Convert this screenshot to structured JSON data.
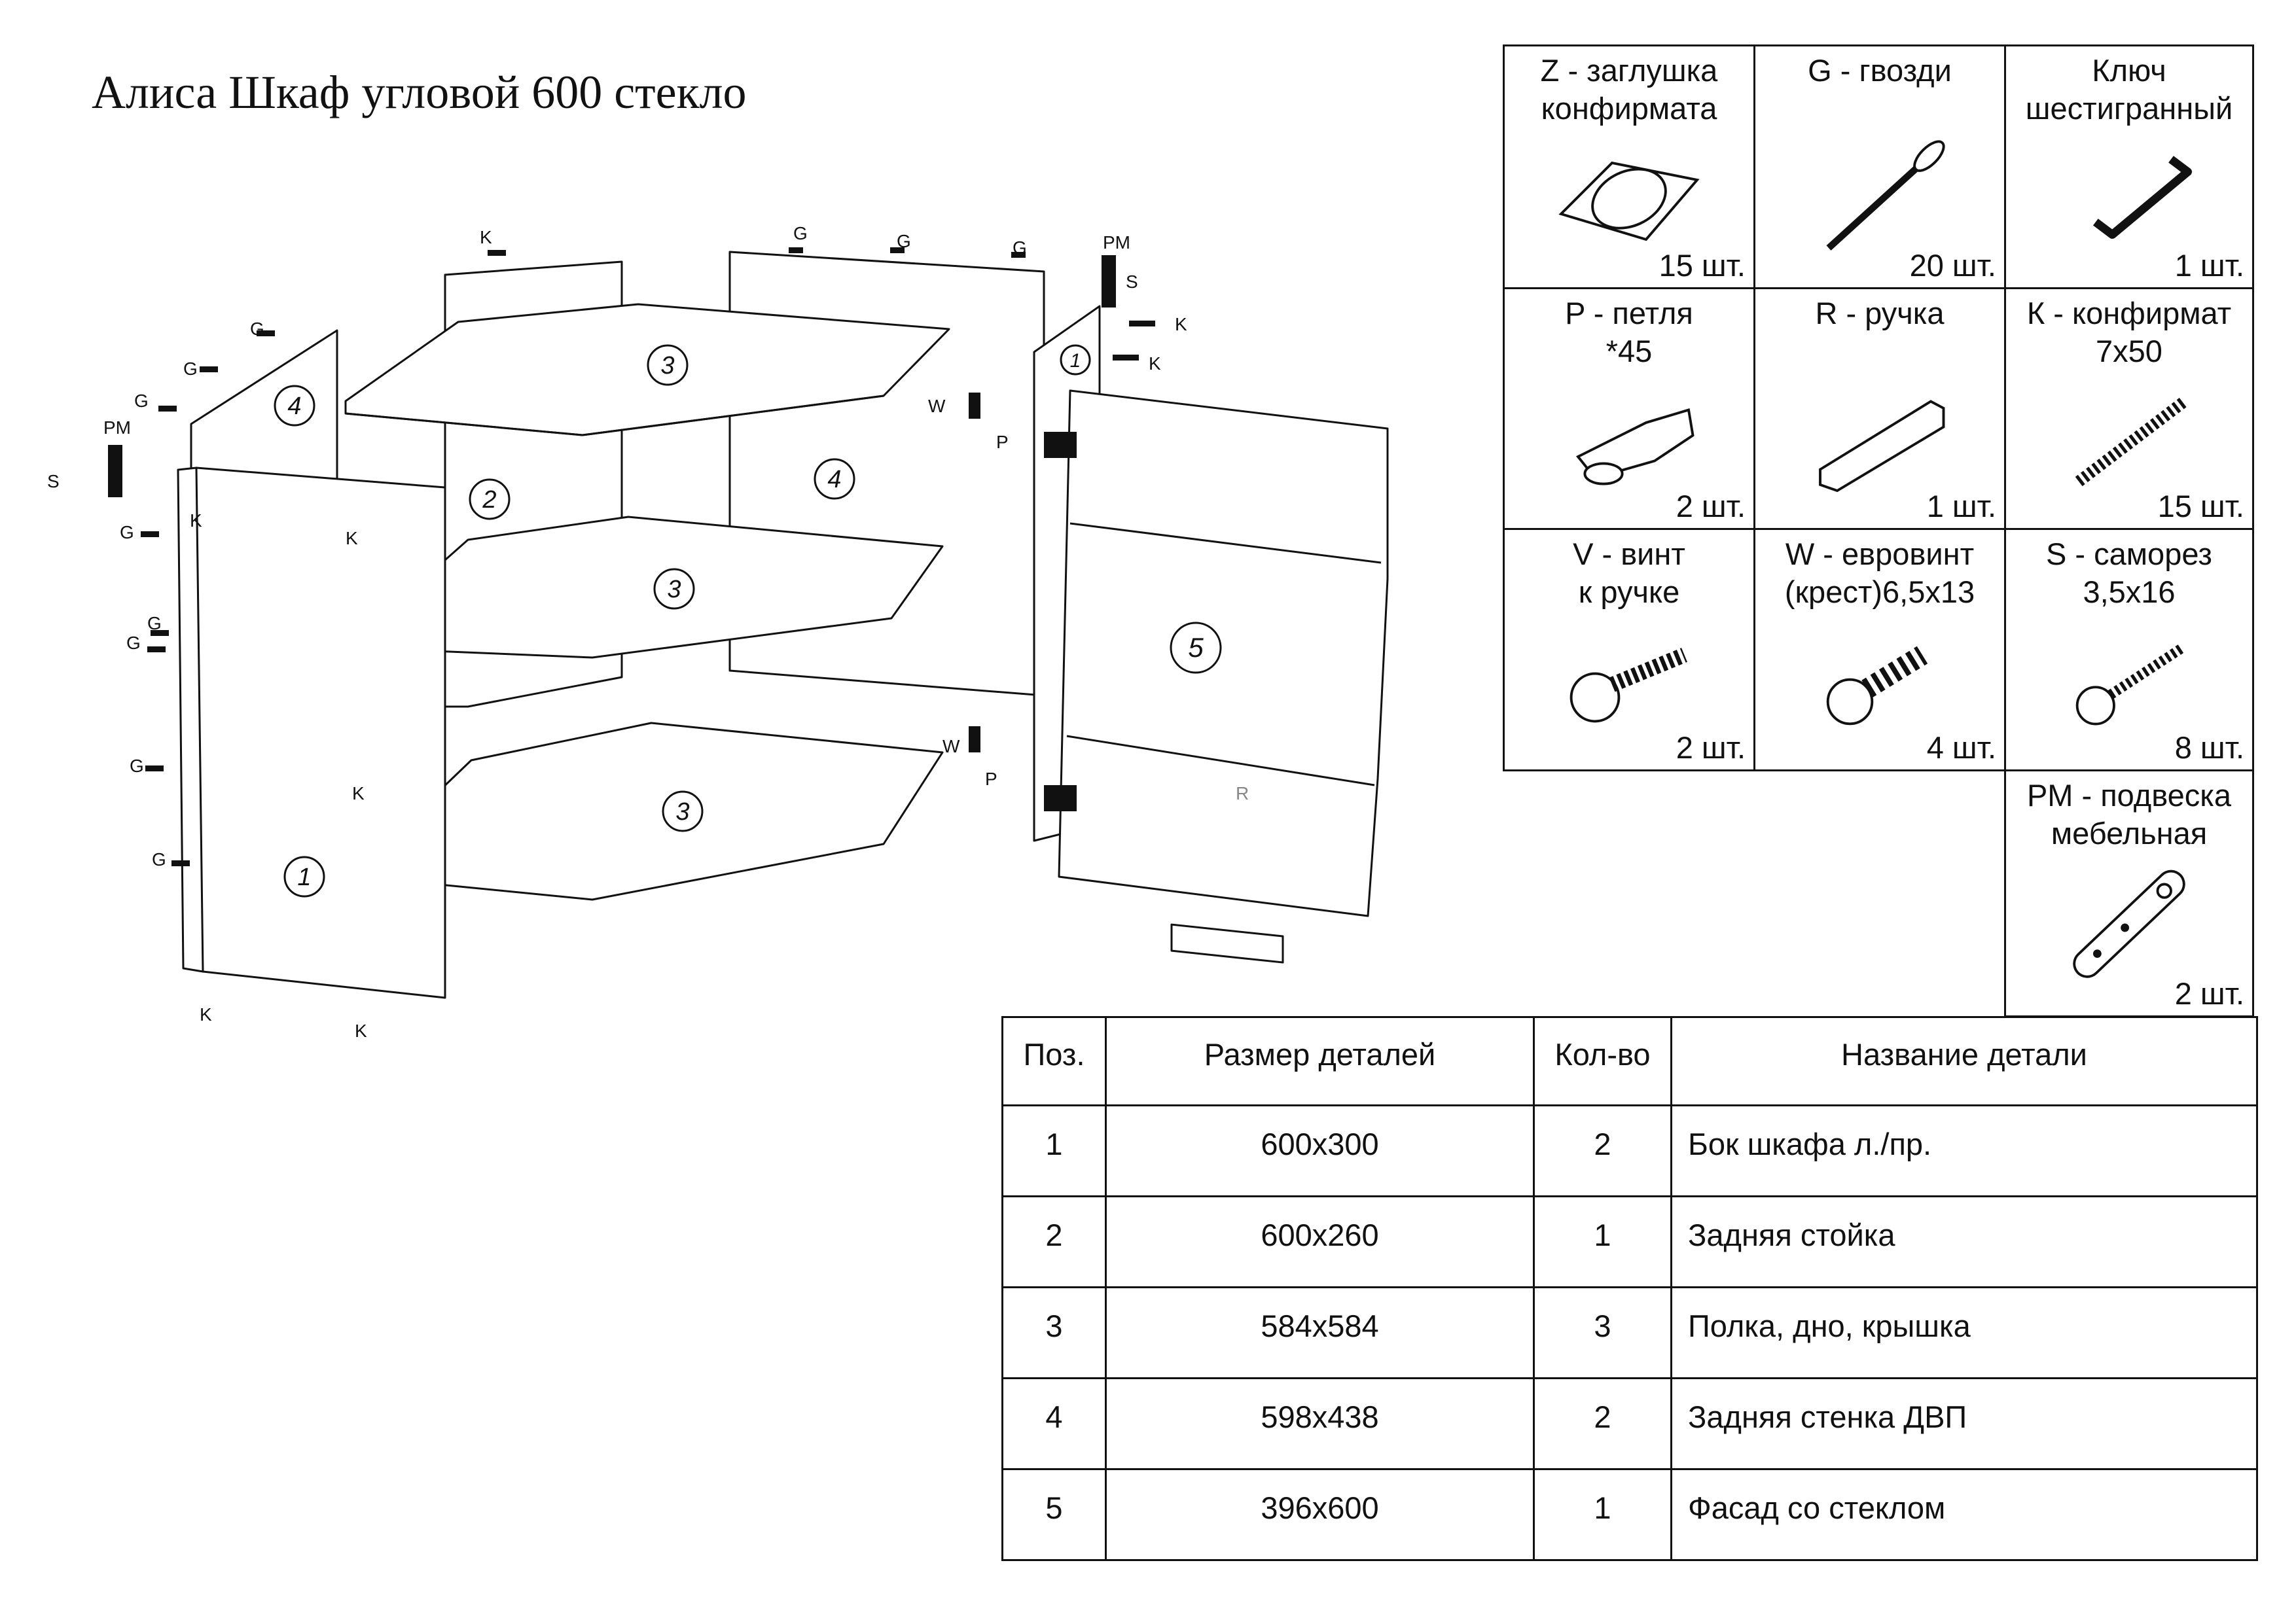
{
  "title": "Алиса Шкаф угловой 600 стекло",
  "diagram": {
    "part_numbers": [
      "1",
      "2",
      "3",
      "3",
      "3",
      "4",
      "4",
      "1",
      "5"
    ],
    "hardware_labels": {
      "K": "K",
      "G": "G",
      "PM": "PM",
      "S": "S",
      "W": "W",
      "P": "P",
      "R": "R"
    }
  },
  "hardware": [
    {
      "code": "Z",
      "name": "Z - заглушка\nконфирмата",
      "count": "15 шт.",
      "icon": "cap-icon"
    },
    {
      "code": "G",
      "name": "G - гвозди",
      "count": "20 шт.",
      "icon": "nail-icon"
    },
    {
      "code": "hex",
      "name": "Ключ\nшестигранный",
      "count": "1 шт.",
      "icon": "hex-key-icon"
    },
    {
      "code": "P",
      "name": "P - петля\n*45",
      "count": "2 шт.",
      "icon": "hinge-icon"
    },
    {
      "code": "R",
      "name": "R - ручка",
      "count": "1 шт.",
      "icon": "handle-icon"
    },
    {
      "code": "K",
      "name": "К - конфирмат\n7x50",
      "count": "15 шт.",
      "icon": "confirmat-screw-icon"
    },
    {
      "code": "V",
      "name": "V - винт\nк ручке",
      "count": "2 шт.",
      "icon": "handle-screw-icon"
    },
    {
      "code": "W",
      "name": "W - евровинт\n(крест)6,5x13",
      "count": "4 шт.",
      "icon": "euro-screw-icon"
    },
    {
      "code": "S",
      "name": "S - саморез\n3,5x16",
      "count": "8 шт.",
      "icon": "self-tapping-screw-icon"
    },
    {
      "code": "PM",
      "name": "PM - подвеска\nмебельная",
      "count": "2 шт.",
      "icon": "hanger-icon"
    }
  ],
  "parts_table": {
    "headers": [
      "Поз.",
      "Размер деталей",
      "Кол-во",
      "Название детали"
    ],
    "rows": [
      [
        "1",
        "600x300",
        "2",
        "Бок шкафа л./пр."
      ],
      [
        "2",
        "600x260",
        "1",
        "Задняя стойка"
      ],
      [
        "3",
        "584x584",
        "3",
        "Полка, дно, крышка"
      ],
      [
        "4",
        "598x438",
        "2",
        "Задняя стенка ДВП"
      ],
      [
        "5",
        "396x600",
        "1",
        "Фасад со стеклом"
      ]
    ]
  }
}
